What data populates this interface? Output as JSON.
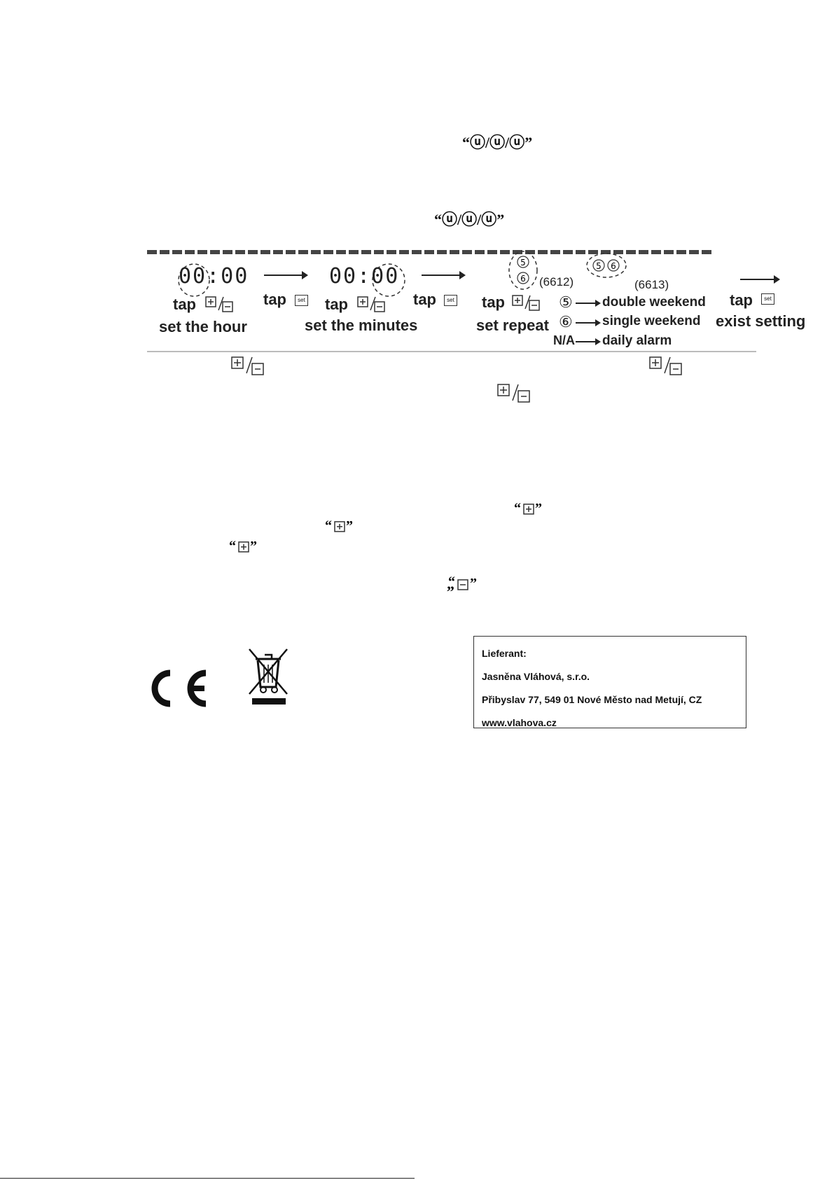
{
  "alarm_icons_line1": "“ⓤ/ⓤ/ⓤ”",
  "alarm_icons_line2": "“ⓤ/ⓤ/ⓤ”",
  "diagram": {
    "step1_display": "00:00",
    "step1_action": "tap",
    "step1_caption": "set the hour",
    "arrow1_label": "tap",
    "step2_display": "00:00",
    "step2_action": "tap",
    "step2_caption": "set the minutes",
    "arrow2_label": "tap",
    "repeat_model_a": "(6612)",
    "repeat_model_b": "(6613)",
    "step3_action": "tap",
    "step3_caption": "set repeat",
    "legend": [
      {
        "symbol": "⑤",
        "text": "double weekend"
      },
      {
        "symbol": "⑥",
        "text": "single weekend"
      },
      {
        "symbol": "N/A",
        "text": "daily alarm"
      }
    ],
    "step4_action": "tap",
    "step4_caption": "exist setting",
    "set_key_label": "set"
  },
  "supplier": {
    "heading": "Lieferant:",
    "name": "Jasněna Vláhová, s.r.o.",
    "address": "Přibyslav 77, 549 01 Nové Město nad Metují, CZ",
    "web": "www.vlahova.cz"
  },
  "marks": {
    "ce": "CE"
  }
}
